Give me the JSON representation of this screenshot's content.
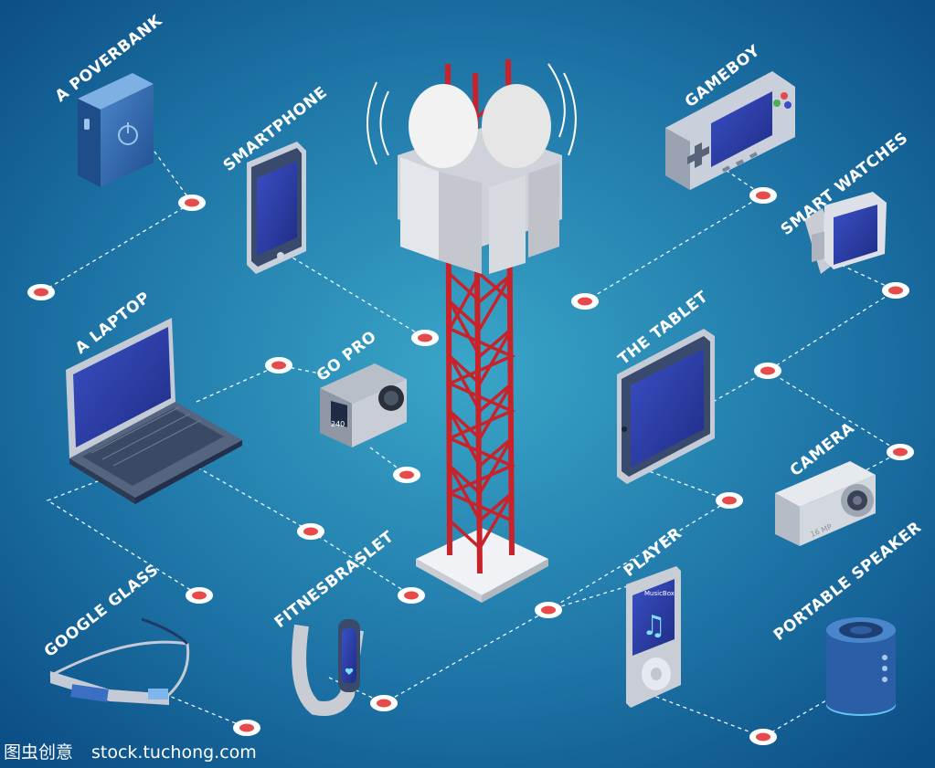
{
  "labels": {
    "powerbank": "A POVERBANK",
    "smartphone": "SMARTPHONE",
    "laptop": "A LAPTOP",
    "gopro": "GO PRO",
    "google_glass": "GOOGLE GLASS",
    "fitness": "FITNESBRASLET",
    "player": "PLAYER",
    "speaker": "PORTABLE SPEAKER",
    "camera": "CAMERA",
    "tablet": "THE TABLET",
    "smartwatch": "SMART WATCHES",
    "gameboy": "GAMEBOY"
  },
  "device_text": {
    "gopro_time": "240",
    "player_screen": "MusicBox",
    "camera_mp": "16 MP"
  },
  "watermark": {
    "cn": "图虫创意",
    "site": "stock.tuchong.com"
  },
  "colors": {
    "bg_center": "#2f93b8",
    "bg_edge": "#0c4f86",
    "tower_red": "#c8232a",
    "screen_blue": "#2d3fa8",
    "node_red": "#e64a4a"
  }
}
